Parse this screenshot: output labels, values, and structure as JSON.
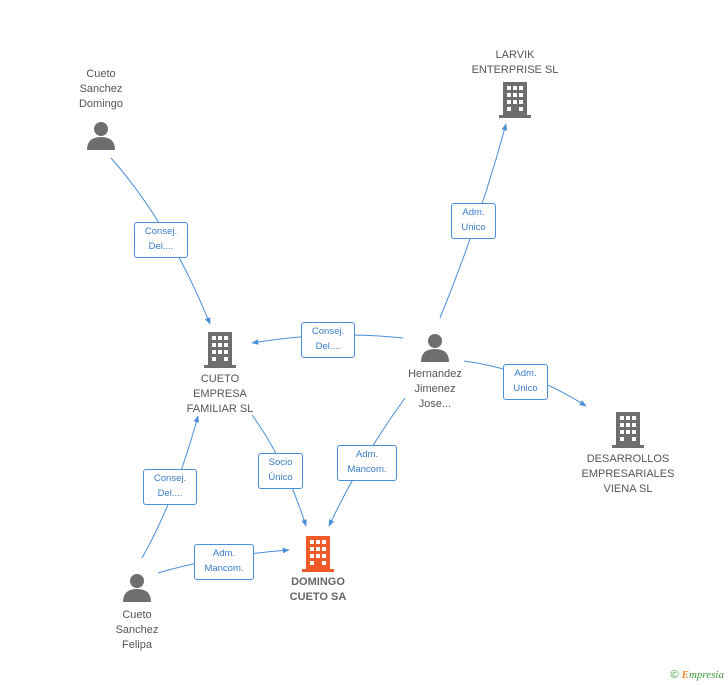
{
  "colors": {
    "edge": "#4a8fd9",
    "person_icon": "#6e6e6e",
    "company_icon": "#6e6e6e",
    "focus_icon": "#f05a28"
  },
  "nodes": {
    "cueto_sanchez_domingo": {
      "label": "Cueto\nSanchez\nDomingo",
      "icon": "person-icon"
    },
    "larvik": {
      "label": "LARVIK\nENTERPRISE SL",
      "icon": "building-icon"
    },
    "cueto_empresa": {
      "label": "CUETO\nEMPRESA\nFAMILIAR SL",
      "icon": "building-icon"
    },
    "hernandez": {
      "label": "Hernandez\nJimenez\nJose...",
      "icon": "person-icon"
    },
    "desarrollos": {
      "label": "DESARROLLOS\nEMPRESARIALES\nVIENA SL",
      "icon": "building-icon"
    },
    "domingo_cueto": {
      "label": "DOMINGO\nCUETO SA",
      "icon": "building-icon"
    },
    "cueto_sanchez_felipa": {
      "label": "Cueto\nSanchez\nFelipa",
      "icon": "person-icon"
    }
  },
  "edge_labels": {
    "e1": "Consej.\nDel....",
    "e2": "Adm.\nUnico",
    "e3": "Consej.\nDel....",
    "e4": "Adm.\nUnico",
    "e5": "Adm.\nMancom.",
    "e6": "Socio\nÚnico",
    "e7": "Consej.\nDel....",
    "e8": "Adm.\nMancom."
  },
  "footer": {
    "copyright": "©",
    "brand_e": "E",
    "brand_rest": "mpresia"
  }
}
